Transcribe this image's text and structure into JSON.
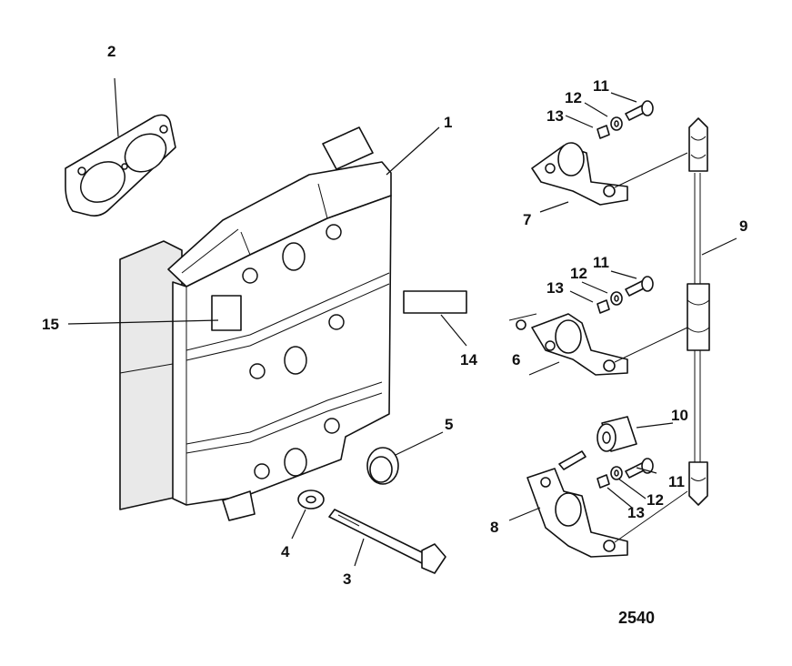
{
  "figure_number": "2540",
  "callouts": {
    "c1": "1",
    "c2": "2",
    "c3": "3",
    "c4": "4",
    "c5": "5",
    "c6": "6",
    "c7": "7",
    "c8": "8",
    "c9": "9",
    "c10": "10",
    "c11a": "11",
    "c11b": "11",
    "c11c": "11",
    "c12a": "12",
    "c12b": "12",
    "c12c": "12",
    "c13a": "13",
    "c13b": "13",
    "c13c": "13",
    "c14": "14",
    "c15": "15"
  }
}
